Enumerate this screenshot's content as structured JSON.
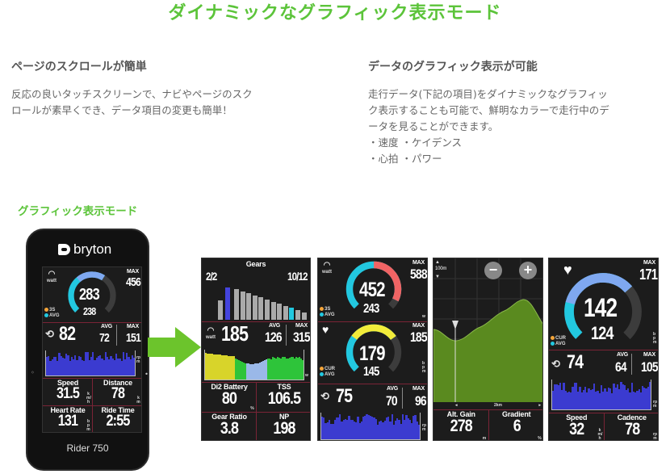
{
  "title": "ダイナミックなグラフィック表示モード",
  "left_section": {
    "heading": "ページのスクロールが簡単",
    "body_lines": [
      "反応の良いタッチスクリーンで、ナビやページのスク",
      "ロールが素早くでき、データ項目の変更も簡単！"
    ]
  },
  "right_section": {
    "heading": "データのグラフィック表示が可能",
    "body_lines": [
      "走行データ(下記の項目)をダイナミックなグラフィッ",
      "ク表示することも可能で、鮮明なカラーで走行中のデ",
      "ータを見ることができます。",
      "・速度 ・ケイデンス",
      "・心拍 ・パワー"
    ]
  },
  "subheading": "グラフィック表示モード",
  "colors": {
    "accent": "#5cc43a",
    "divider": "#7a2436",
    "cyan": "#22c8e0",
    "blue_graph": "#3b3bd0",
    "power_red": "#f06464",
    "hr_yellow": "#f2ec3a",
    "gauge_blue": "#7fa8f0",
    "elevation": "#5a8a1f"
  },
  "device": {
    "brand": "bryton",
    "model": "Rider 750",
    "power": {
      "icon": "watt",
      "max_label": "MAX",
      "max": "456",
      "value": "283",
      "avg": "238",
      "unit": "w",
      "legend": [
        "3S",
        "AVG"
      ],
      "gauge_fraction": 0.62,
      "avg_fraction": 0.35
    },
    "cadence": {
      "value": "82",
      "avg_label": "AVG",
      "avg": "72",
      "max_label": "MAX",
      "max": "151",
      "unit": "rpm"
    },
    "grid": [
      {
        "label": "Speed",
        "value": "31.5",
        "unit": "km/h"
      },
      {
        "label": "Distance",
        "value": "78",
        "unit": "km"
      },
      {
        "label": "Heart Rate",
        "value": "131",
        "unit": "bpm"
      },
      {
        "label": "Ride Time",
        "value": "2:55",
        "unit": ""
      }
    ]
  },
  "screen_gears": {
    "title": "Gears",
    "front": "2/2",
    "rear": "10/12",
    "front_count": 2,
    "front_selected": 2,
    "rear_count": 12,
    "rear_selected": 10,
    "power": {
      "value": "185",
      "avg_label": "AVG",
      "avg": "126",
      "max_label": "MAX",
      "max": "315",
      "icon": "watt",
      "unit": "w"
    },
    "grid": [
      {
        "label": "Di2 Battery",
        "value": "80",
        "unit": "%"
      },
      {
        "label": "TSS",
        "value": "106.5",
        "unit": ""
      },
      {
        "label": "Gear Ratio",
        "value": "3.8",
        "unit": ""
      },
      {
        "label": "NP",
        "value": "198",
        "unit": ""
      }
    ]
  },
  "screen_power_hr": {
    "power": {
      "icon": "watt",
      "max_label": "MAX",
      "max": "588",
      "value": "452",
      "avg": "243",
      "unit": "w",
      "legend": [
        "3S",
        "AVG"
      ],
      "gauge_fraction": 0.93,
      "avg_fraction": 0.5
    },
    "hr": {
      "max_label": "MAX",
      "max": "185",
      "value": "179",
      "avg": "145",
      "unit": "bpm",
      "legend": [
        "CUR",
        "AVG"
      ],
      "gauge_fraction": 0.7,
      "avg_fraction": 0.3
    },
    "cadence": {
      "value": "75",
      "avg_label": "AVG",
      "avg": "70",
      "max_label": "MAX",
      "max": "96",
      "unit": "rpm"
    }
  },
  "screen_elevation": {
    "scale": "100m",
    "distance_scale": "2km",
    "grid": [
      {
        "label": "Alt. Gain",
        "value": "278",
        "unit": "m"
      },
      {
        "label": "Gradient",
        "value": "6",
        "unit": "%"
      }
    ]
  },
  "screen_hr": {
    "hr": {
      "max_label": "MAX",
      "max": "171",
      "value": "142",
      "avg": "124",
      "unit": "bpm",
      "legend": [
        "CUR",
        "AVG"
      ],
      "gauge_fraction": 0.68,
      "avg_fraction": 0.22
    },
    "cadence": {
      "value": "74",
      "avg_label": "AVG",
      "avg": "64",
      "max_label": "MAX",
      "max": "105",
      "unit": "rpm"
    },
    "grid": [
      {
        "label": "Speed",
        "value": "32",
        "unit": "km/h"
      },
      {
        "label": "Cadence",
        "value": "78",
        "unit": "rpm"
      }
    ]
  }
}
